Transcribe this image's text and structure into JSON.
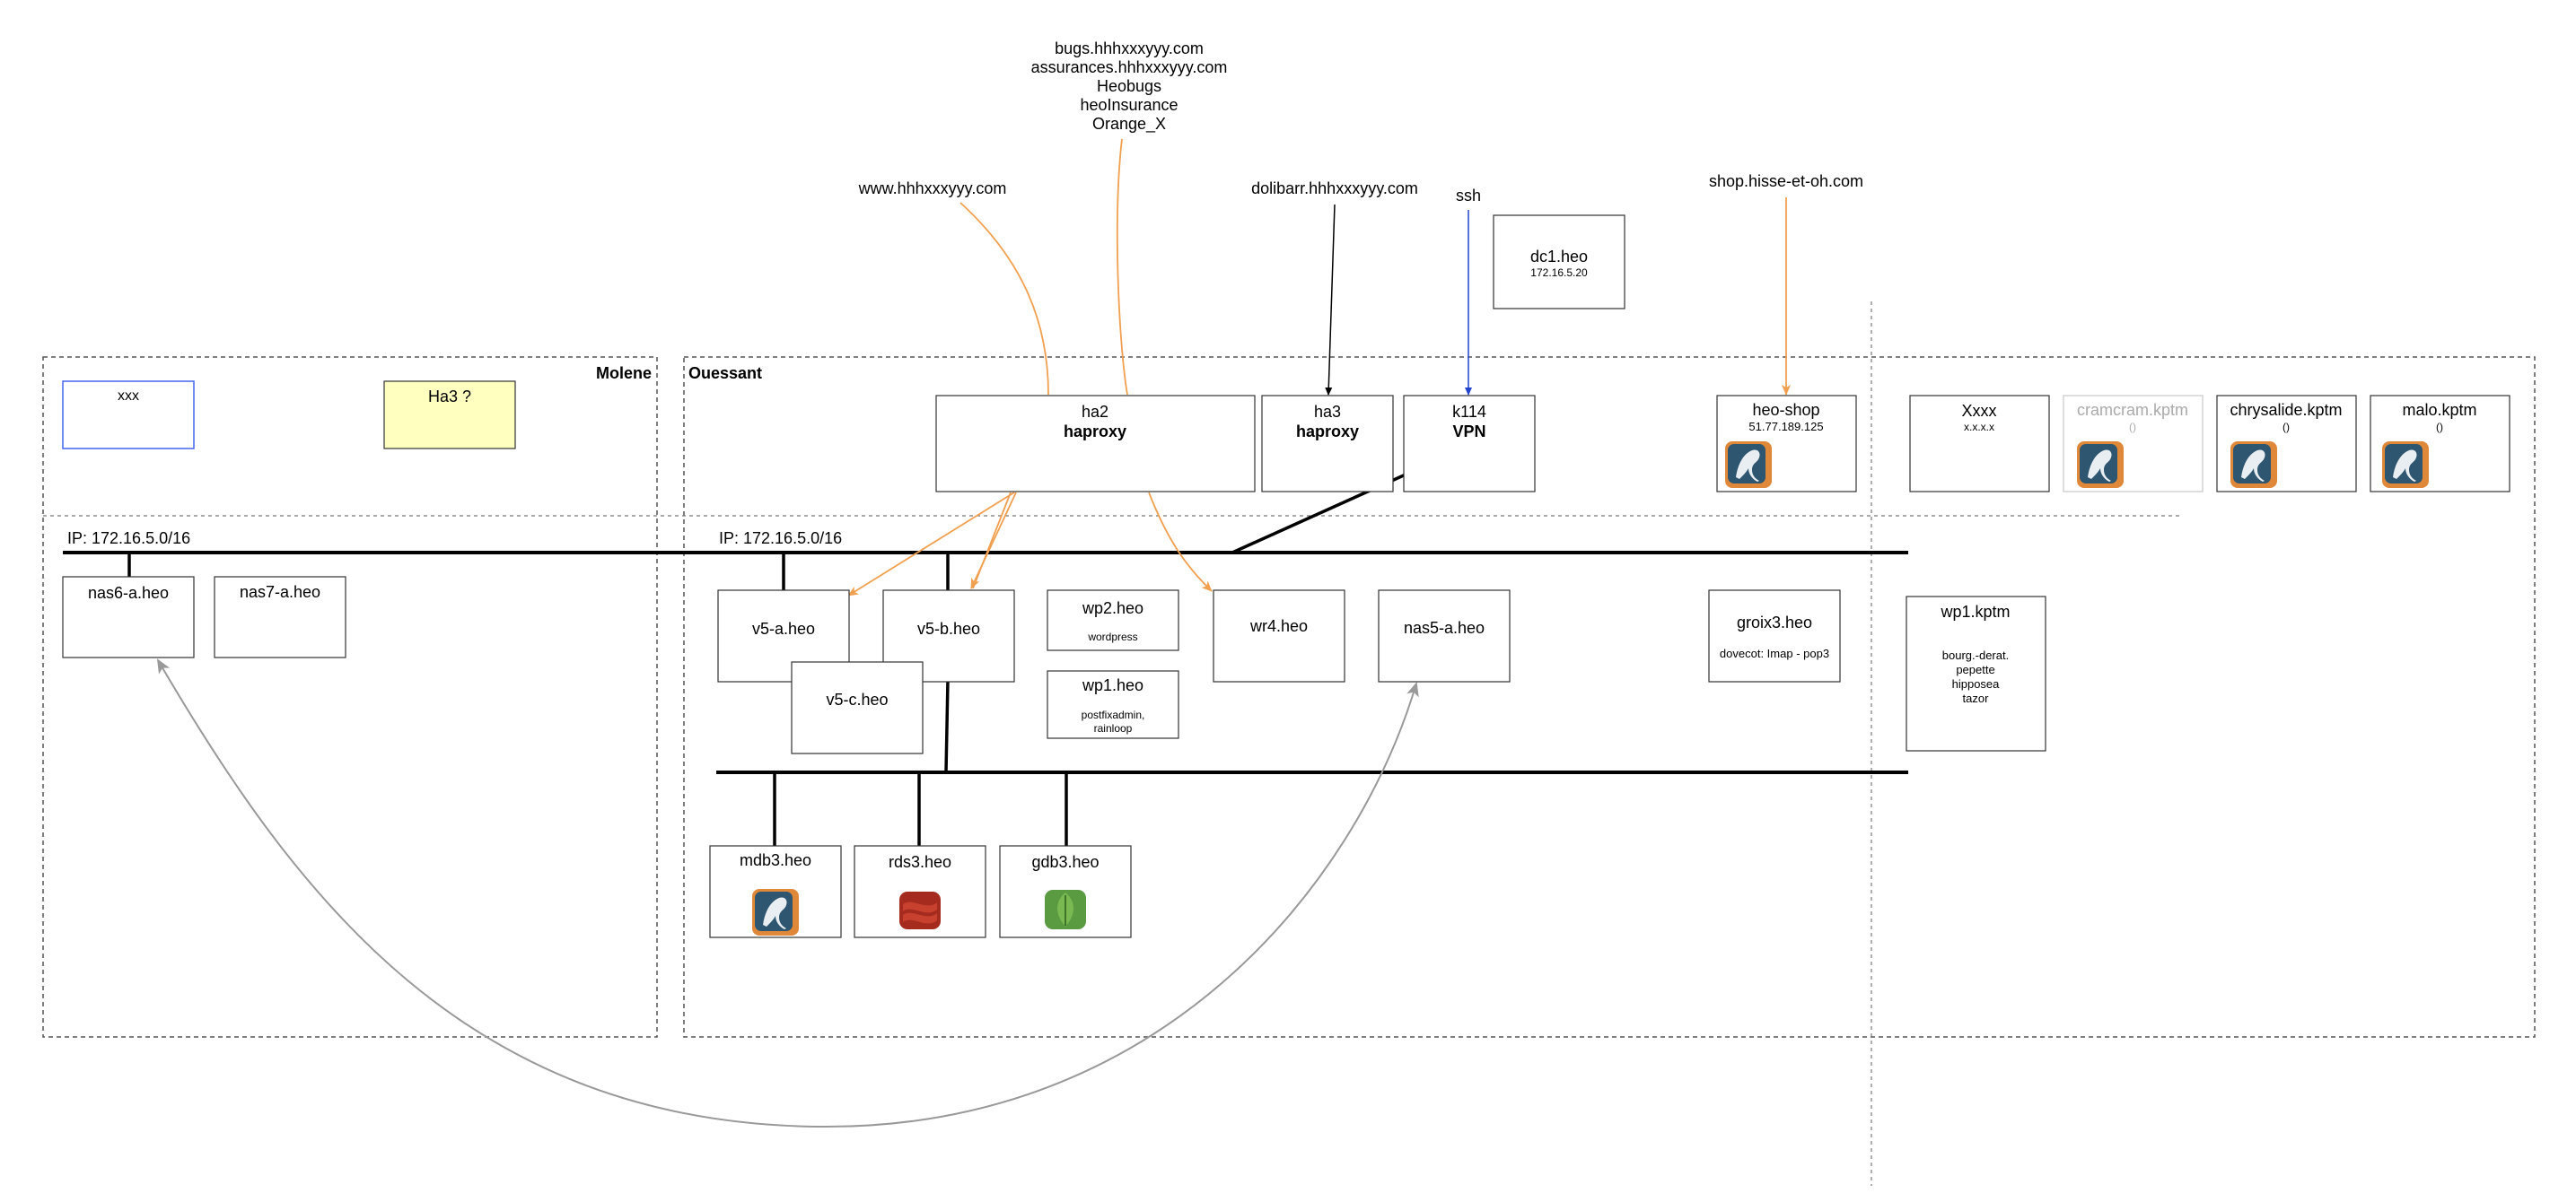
{
  "domains": {
    "www": "www.hhhxxxyyy.com",
    "multi": [
      "bugs.hhhxxxyyy.com",
      "assurances.hhhxxxyyy.com",
      "Heobugs",
      "heoInsurance",
      "Orange_X"
    ],
    "dolibarr": "dolibarr.hhhxxxyyy.com",
    "ssh": "ssh",
    "shop": "shop.hisse-et-oh.com"
  },
  "zones": {
    "molene": "Molene",
    "ouessant": "Ouessant"
  },
  "networks": {
    "molene_ip": "IP: 172.16.5.0/16",
    "ouessant_ip": "IP: 172.16.5.0/16"
  },
  "nodes": {
    "xxx": {
      "name": "xxx"
    },
    "ha3q": {
      "name": "Ha3 ?"
    },
    "dc1": {
      "name": "dc1.heo",
      "ip": "172.16.5.20"
    },
    "ha2": {
      "name": "ha2",
      "role": "haproxy"
    },
    "ha3": {
      "name": "ha3",
      "role": "haproxy"
    },
    "k114": {
      "name": "k114",
      "role": "VPN"
    },
    "heoshop": {
      "name": "heo-shop",
      "ip": "51.77.189.125"
    },
    "xxxx": {
      "name": "Xxxx",
      "ip": "x.x.x.x"
    },
    "cramcram": {
      "name": "cramcram.kptm",
      "ip": "()"
    },
    "chrysalide": {
      "name": "chrysalide.kptm",
      "ip": "()"
    },
    "malo": {
      "name": "malo.kptm",
      "ip": "()"
    },
    "nas6": {
      "name": "nas6-a.heo"
    },
    "nas7": {
      "name": "nas7-a.heo"
    },
    "v5a": {
      "name": "v5-a.heo"
    },
    "v5b": {
      "name": "v5-b.heo"
    },
    "v5c": {
      "name": "v5-c.heo"
    },
    "wp2": {
      "name": "wp2.heo",
      "desc": "wordpress"
    },
    "wp1": {
      "name": "wp1.heo",
      "desc": [
        "postfixadmin,",
        "rainloop"
      ]
    },
    "wr4": {
      "name": "wr4.heo"
    },
    "nas5": {
      "name": "nas5-a.heo"
    },
    "groix3": {
      "name": "groix3.heo",
      "desc": "dovecot: Imap - pop3"
    },
    "wp1kptm": {
      "name": "wp1.kptm",
      "desc": [
        "bourg.-derat.",
        "pepette",
        "hipposea",
        "tazor"
      ]
    },
    "mdb3": {
      "name": "mdb3.heo"
    },
    "rds3": {
      "name": "rds3.heo"
    },
    "gdb3": {
      "name": "gdb3.heo"
    }
  },
  "icons": {
    "mysql": "mysql-icon",
    "redis": "redis-icon",
    "mongodb": "mongodb-icon"
  },
  "colors": {
    "orange": "#f0a050",
    "blue": "#2244cc",
    "gray": "#999999",
    "note_yellow": "#ffffc0"
  }
}
